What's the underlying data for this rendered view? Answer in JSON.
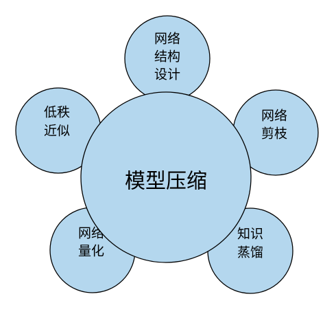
{
  "diagram": {
    "center": {
      "label": "模型压缩"
    },
    "nodes": [
      {
        "id": "network-structure-design",
        "lines": [
          "网络",
          "结构",
          "设计"
        ]
      },
      {
        "id": "network-pruning",
        "lines": [
          "网络",
          "剪枝"
        ]
      },
      {
        "id": "knowledge-distillation",
        "lines": [
          "知识",
          "蒸馏"
        ]
      },
      {
        "id": "network-quantization",
        "lines": [
          "网络",
          "量化"
        ]
      },
      {
        "id": "low-rank-approximation",
        "lines": [
          "低秩",
          "近似"
        ]
      }
    ],
    "colors": {
      "fill": "#b4d7ee",
      "stroke": "#000000"
    }
  }
}
